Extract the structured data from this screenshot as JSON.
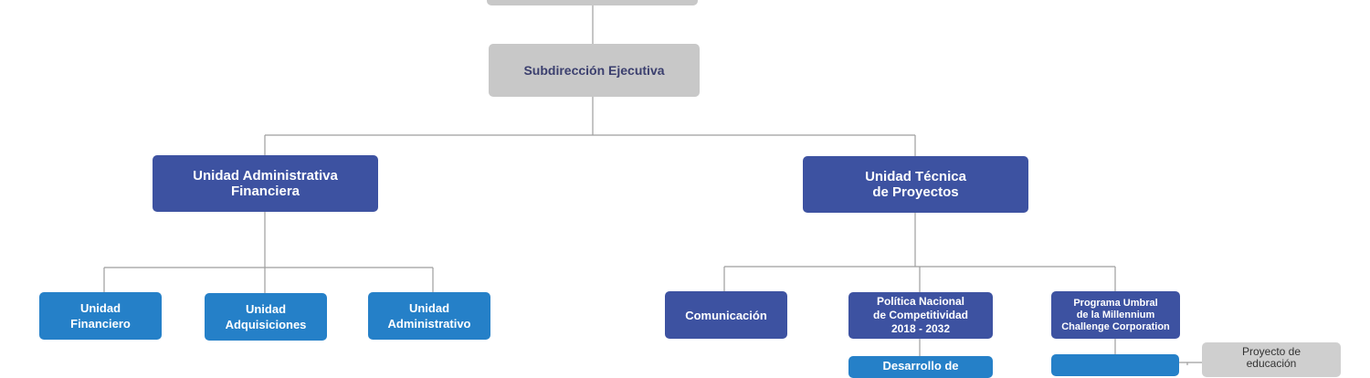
{
  "colors": {
    "gray": "#c8c8c8",
    "navy": "#3d52a1",
    "blue": "#2580c8",
    "line": "#9e9e9e"
  },
  "nodes": {
    "top": "",
    "subdireccion": "Subdirección Ejecutiva",
    "uaf": "Unidad Administrativa\nFinanciera",
    "utp": "Unidad Técnica\nde Proyectos",
    "financiero": "Unidad\nFinanciero",
    "adquisiciones": "Unidad\nAdquisiciones",
    "administrativo": "Unidad\nAdministrativo",
    "comunicacion": "Comunicación",
    "politica": "Política Nacional\nde Competitividad\n2018 - 2032",
    "umbral": "Programa Umbral\nde la Millennium\nChallenge Corporation",
    "desarrollo": "Desarrollo de",
    "umbral_child": "",
    "educacion": "Proyecto de\neducación"
  }
}
